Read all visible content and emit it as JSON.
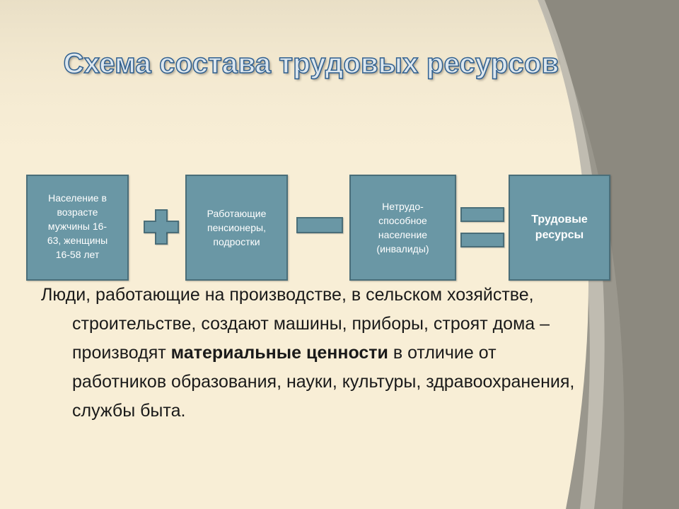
{
  "slide": {
    "title": "Схема состава трудовых ресурсов",
    "colors": {
      "panel": "#f8eed6",
      "box_fill": "#6a97a5",
      "box_border": "#4a6e79",
      "title_fill": "#dde7ee",
      "title_stroke": "#2f5f8f",
      "text": "#1a1a1a"
    }
  },
  "diagram": {
    "boxes": [
      {
        "lines": [
          "Население в",
          "возрасте",
          "мужчины 16-",
          "63, женщины",
          "16-58 лет"
        ]
      },
      {
        "lines": [
          "Работающие",
          "пенсионеры,",
          "подростки"
        ]
      },
      {
        "lines": [
          "Нетрудо-",
          "способное",
          "население",
          "(инвалиды)"
        ]
      },
      {
        "lines": [
          "Трудовые",
          "ресурсы"
        ]
      }
    ],
    "operators": [
      "plus-icon",
      "minus-icon",
      "equals-icon"
    ]
  },
  "body": {
    "before_bold": "Люди, работающие  на производстве, в сельском хозяйстве, строительстве, создают машины, приборы, строят дома – производят ",
    "bold": "материальные ценности",
    "after_bold": " в отличие от работников образования, науки, культуры, здравоохранения, службы быта."
  }
}
